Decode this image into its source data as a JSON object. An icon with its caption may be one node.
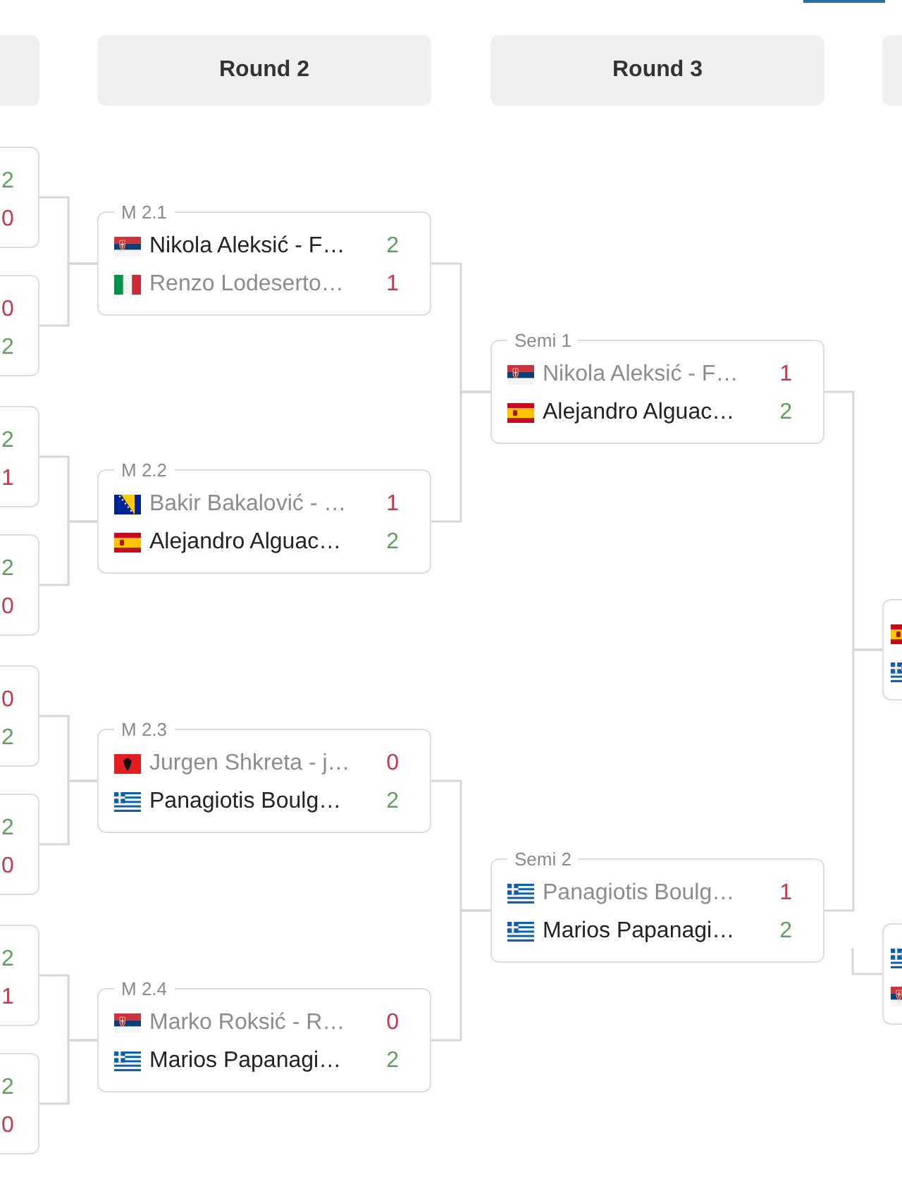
{
  "diagram": {
    "nodes": [
      {
        "text": [],
        "shape": "box"
      },
      {
        "text": [
          "Round 2"
        ]
      },
      {
        "text": [
          "Round 3"
        ]
      },
      {
        "text": [],
        "shape": "box"
      },
      {
        "text": [
          "2",
          "0"
        ]
      },
      {
        "text": [
          "0",
          "2"
        ]
      },
      {
        "text": [
          "2",
          "1"
        ]
      },
      {
        "text": [
          "2",
          "0"
        ]
      },
      {
        "text": [
          "0",
          "2"
        ]
      },
      {
        "text": [
          "2",
          "0"
        ]
      },
      {
        "text": [
          "2",
          "1"
        ]
      },
      {
        "text": [
          "2",
          "0"
        ]
      },
      {
        "text": [
          "M 2.1",
          "Nikola Aleksić - F…",
          "2",
          "Renzo Lodeserto…",
          "1"
        ]
      },
      {
        "text": [
          "M 2.2",
          "Bakir Bakalović - …",
          "1",
          "Alejandro Alguac…",
          "2"
        ]
      },
      {
        "text": [
          "M 2.3",
          "Jurgen Shkreta - j…",
          "0",
          "Panagiotis Boulg…",
          "2"
        ]
      },
      {
        "text": [
          "M 2.4",
          "Marko Roksić - R…",
          "0",
          "Marios Papanagi…",
          "2"
        ]
      },
      {
        "text": [
          "Semi 1",
          "Nikola Aleksić - F…",
          "1",
          "Alejandro Alguac…",
          "2"
        ]
      },
      {
        "text": [
          "Semi 2",
          "Panagiotis Boulg…",
          "1",
          "Marios Papanagi…",
          "2"
        ]
      },
      {
        "text": [],
        "shape": "box"
      },
      {
        "text": [],
        "shape": "box"
      }
    ],
    "edges": [
      {
        "from": 4,
        "to": 12,
        "arrow": "none"
      },
      {
        "from": 5,
        "to": 12,
        "arrow": "none"
      },
      {
        "from": 6,
        "to": 13,
        "arrow": "none"
      },
      {
        "from": 7,
        "to": 13,
        "arrow": "none"
      },
      {
        "from": 8,
        "to": 14,
        "arrow": "none"
      },
      {
        "from": 9,
        "to": 14,
        "arrow": "none"
      },
      {
        "from": 10,
        "to": 15,
        "arrow": "none"
      },
      {
        "from": 11,
        "to": 15,
        "arrow": "none"
      },
      {
        "from": 12,
        "to": 16,
        "arrow": "none"
      },
      {
        "from": 13,
        "to": 16,
        "arrow": "none"
      },
      {
        "from": 14,
        "to": 17,
        "arrow": "none"
      },
      {
        "from": 15,
        "to": 17,
        "arrow": "none"
      },
      {
        "from": 16,
        "to": 18,
        "arrow": "none"
      },
      {
        "from": 17,
        "to": 18,
        "arrow": "none"
      },
      {
        "from": null,
        "to": 19,
        "arrow": "none"
      }
    ]
  }
}
